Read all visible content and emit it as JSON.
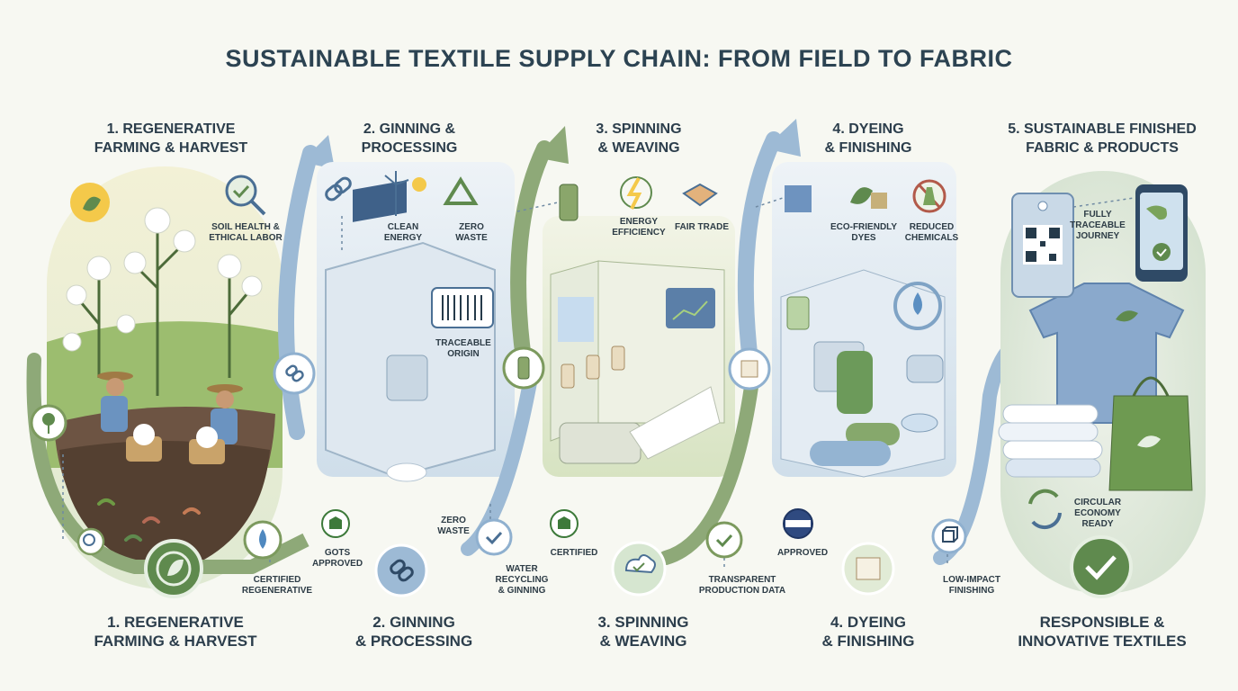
{
  "title": "SUSTAINABLE TEXTILE SUPPLY CHAIN: FROM FIELD TO FABRIC",
  "stages_top": [
    {
      "line1": "1. REGENERATIVE",
      "line2": "FARMING & HARVEST"
    },
    {
      "line1": "2. GINNING &",
      "line2": "PROCESSING"
    },
    {
      "line1": "3. SPINNING",
      "line2": "& WEAVING"
    },
    {
      "line1": "4. DYEING",
      "line2": "& FINISHING"
    },
    {
      "line1": "5. SUSTAINABLE FINISHED",
      "line2": "FABRIC & PRODUCTS"
    }
  ],
  "stages_bottom": [
    {
      "line1": "1. REGENERATIVE",
      "line2": "FARMING & HARVEST"
    },
    {
      "line1": "2. GINNING",
      "line2": "& PROCESSING"
    },
    {
      "line1": "3. SPINNING",
      "line2": "& WEAVING"
    },
    {
      "line1": "4. DYEING",
      "line2": "& FINISHING"
    },
    {
      "line1": "RESPONSIBLE &",
      "line2": "INNOVATIVE TEXTILES"
    }
  ],
  "labels": {
    "soil": {
      "line1": "SOIL HEALTH &",
      "line2": "ETHICAL LABOR"
    },
    "certified_regen": {
      "line1": "CERTIFIED",
      "line2": "REGENERATIVE"
    },
    "clean_energy": {
      "line1": "CLEAN",
      "line2": "ENERGY"
    },
    "zero_waste_top": {
      "line1": "ZERO",
      "line2": "WASTE"
    },
    "traceable_origin": {
      "line1": "TRACEABLE",
      "line2": "ORIGIN"
    },
    "gots_approved": {
      "line1": "GOTS",
      "line2": "APPROVED"
    },
    "zero_waste_bottom": {
      "line1": "ZERO",
      "line2": "WASTE"
    },
    "water_recycling": {
      "line1": "WATER",
      "line2": "RECYCLING",
      "line3": "& GINNING"
    },
    "energy_efficiency": {
      "line1": "ENERGY",
      "line2": "EFFICIENCY"
    },
    "fair_trade": "FAIR TRADE",
    "certified": "CERTIFIED",
    "transparent": {
      "line1": "TRANSPARENT",
      "line2": "PRODUCTION DATA"
    },
    "eco_dyes": {
      "line1": "ECO-FRIENDLY",
      "line2": "DYES"
    },
    "reduced_chem": {
      "line1": "REDUCED",
      "line2": "CHEMICALS"
    },
    "approved": "APPROVED",
    "low_impact": {
      "line1": "LOW-IMPACT",
      "line2": "FINISHING"
    },
    "traceable_journey": {
      "line1": "FULLY",
      "line2": "TRACEABLE",
      "line3": "JOURNEY"
    },
    "circular": {
      "line1": "CIRCULAR",
      "line2": "ECONOMY",
      "line3": "READY"
    }
  },
  "colors": {
    "green_arrow": "#7c9a5e",
    "blue_arrow": "#8fb0cf",
    "panel_green": "#dbe6c9",
    "panel_blue": "#d6e4ef",
    "badge_green": "#5f8a4e",
    "badge_blue": "#4a6f94"
  }
}
